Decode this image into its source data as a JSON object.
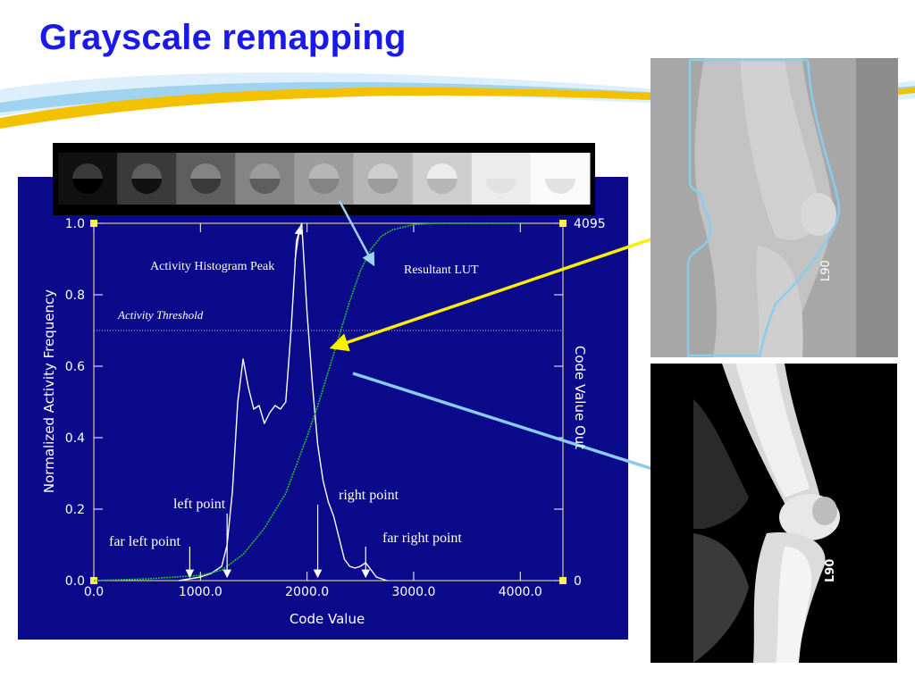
{
  "slide": {
    "title": "Grayscale remapping",
    "accent_blue": "#1a1ae6",
    "swoosh_colors": [
      "#f2c200",
      "#9fd3ef",
      "#dceffa"
    ]
  },
  "gray_strip": {
    "steps": 9,
    "levels": [
      "#111111",
      "#3a3a3a",
      "#5e5e5e",
      "#848484",
      "#9c9c9c",
      "#b6b6b6",
      "#cecece",
      "#ececec",
      "#fafafa"
    ]
  },
  "chart_data": {
    "type": "line",
    "xlabel": "Code Value",
    "ylabel": "Normalized Activity Frequency",
    "y2label": "Code Value Out",
    "xlim": [
      0,
      4400
    ],
    "ylim": [
      0,
      1.0
    ],
    "x_ticks": [
      "0.0",
      "1000.0",
      "2000.0",
      "3000.0",
      "4000.0"
    ],
    "y_ticks": [
      "0.0",
      "0.2",
      "0.4",
      "0.6",
      "0.8",
      "1.0"
    ],
    "y2_ticks": [
      "0",
      "4095"
    ],
    "y2lim": [
      0,
      4095
    ],
    "background": "#0a0a8a",
    "series": [
      {
        "color": "#ffffff",
        "x": [
          800,
          900,
          1000,
          1100,
          1200,
          1250,
          1300,
          1350,
          1400,
          1450,
          1500,
          1550,
          1600,
          1650,
          1700,
          1750,
          1800,
          1850,
          1900,
          1950,
          2000,
          2050,
          2100,
          2150,
          2200,
          2250,
          2300,
          2350,
          2400,
          2450,
          2500,
          2550,
          2600,
          2650,
          2700,
          2750
        ],
        "y": [
          0.0,
          0.005,
          0.01,
          0.02,
          0.04,
          0.1,
          0.25,
          0.5,
          0.62,
          0.54,
          0.48,
          0.49,
          0.44,
          0.47,
          0.49,
          0.48,
          0.5,
          0.7,
          0.95,
          1.0,
          0.75,
          0.55,
          0.38,
          0.28,
          0.22,
          0.18,
          0.12,
          0.06,
          0.04,
          0.035,
          0.04,
          0.05,
          0.03,
          0.01,
          0.005,
          0.0
        ]
      },
      {
        "color": "#22bb33",
        "axis": "right",
        "x": [
          0,
          500,
          1000,
          1200,
          1400,
          1600,
          1800,
          2000,
          2100,
          2200,
          2300,
          2400,
          2500,
          2600,
          2700,
          2800,
          3000,
          3200,
          4000
        ],
        "y": [
          0,
          20,
          60,
          120,
          300,
          600,
          1000,
          1650,
          2000,
          2400,
          2800,
          3200,
          3550,
          3800,
          3950,
          4020,
          4080,
          4095,
          4095
        ]
      }
    ],
    "threshold": {
      "label": "Activity Threshold",
      "value": 0.7
    },
    "annotations": [
      {
        "text": "Activity Histogram Peak",
        "x": 1950,
        "y": 1.0
      },
      {
        "text": "Resultant LUT",
        "x": 2200,
        "y": 0.85
      },
      {
        "text": "left point",
        "x": 1250,
        "y": 0.0
      },
      {
        "text": "far left point",
        "x": 900,
        "y": 0.0
      },
      {
        "text": "right point",
        "x": 2100,
        "y": 0.0
      },
      {
        "text": "far right point",
        "x": 2550,
        "y": 0.0
      }
    ],
    "arrow_colors": {
      "yellow": "#ffee00",
      "lightblue": "#88ccee"
    }
  },
  "images": [
    {
      "name": "knee-xray-raw",
      "label": "L90"
    },
    {
      "name": "knee-xray-remapped",
      "label": "L90"
    }
  ]
}
